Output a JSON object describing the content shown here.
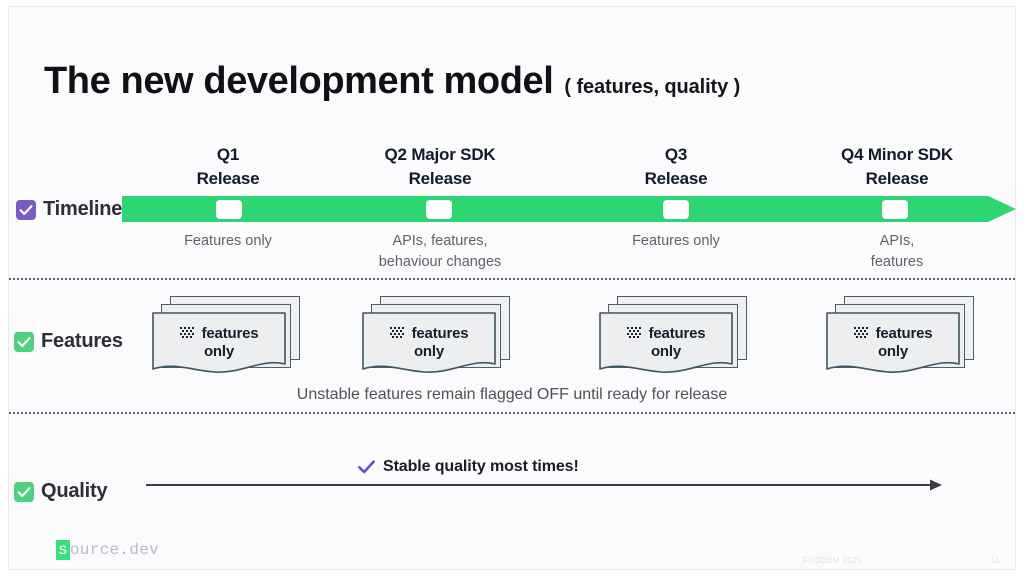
{
  "slide": {
    "title_main": "The new development model",
    "title_sub": "( features, quality )",
    "background_color": "#fbfafc"
  },
  "rows": {
    "timeline": {
      "label": "Timeline",
      "checkbox_color": "#7a5bc4",
      "bar_color": "#2ed573"
    },
    "features": {
      "label": "Features",
      "checkbox_color": "#4ed07f",
      "note": "Unstable features remain flagged OFF until ready for release"
    },
    "quality": {
      "label": "Quality",
      "checkbox_color": "#4ed07f",
      "note": "Stable quality most times!",
      "check_color": "#6a4fc0"
    }
  },
  "quarters": [
    {
      "heading": "Q1\nRelease",
      "heading_l1": "Q1",
      "heading_l2": "Release",
      "caption_l1": "Features only",
      "caption_l2": ""
    },
    {
      "heading": "Q2 Major SDK\nRelease",
      "heading_l1": "Q2 Major SDK",
      "heading_l2": "Release",
      "caption_l1": "APIs, features,",
      "caption_l2": "behaviour changes"
    },
    {
      "heading": "Q3\nRelease",
      "heading_l1": "Q3",
      "heading_l2": "Release",
      "caption_l1": "Features only",
      "caption_l2": ""
    },
    {
      "heading": "Q4 Minor SDK\nRelease",
      "heading_l1": "Q4 Minor SDK",
      "heading_l2": "Release",
      "caption_l1": "APIs,",
      "caption_l2": "features"
    }
  ],
  "cards": [
    {
      "line1": "features",
      "line2": "only",
      "icon": "dither-grid-icon"
    },
    {
      "line1": "features",
      "line2": "only",
      "icon": "dither-grid-icon"
    },
    {
      "line1": "features",
      "line2": "only",
      "icon": "dither-grid-icon"
    },
    {
      "line1": "features",
      "line2": "only",
      "icon": "dither-grid-icon"
    }
  ],
  "footer": {
    "logo_first": "s",
    "logo_rest": "ource.dev",
    "event": "FOSDEM 2025",
    "page": "11"
  }
}
